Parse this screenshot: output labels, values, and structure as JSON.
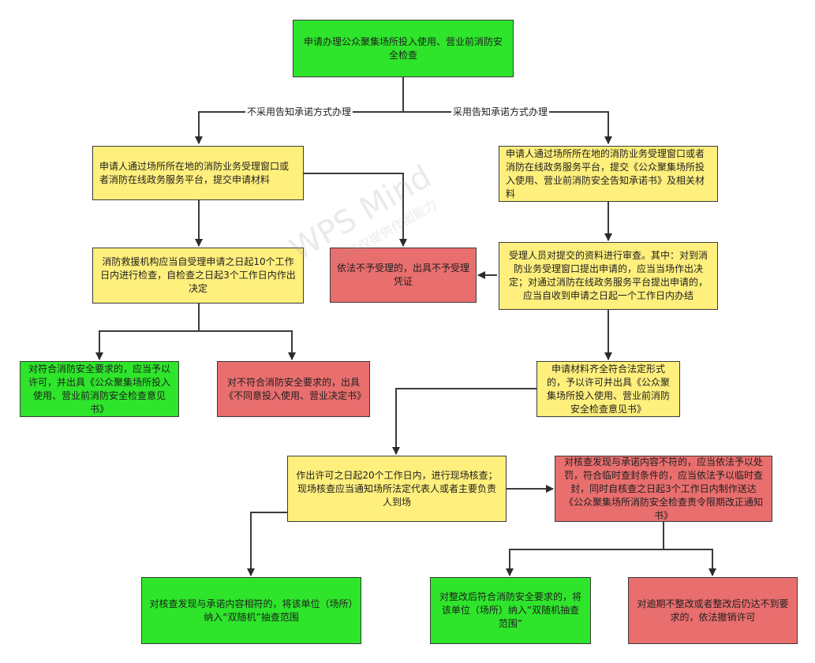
{
  "nodes": {
    "start": "申请办理公众聚集场所投入使用、营业前消防安全检查",
    "left_submit": "申请人通过场所所在地的消防业务受理窗口或者消防在线政务服务平台，提交申请材料",
    "right_submit": "申请人通过场所所在地的消防业务受理窗口或者消防在线政务服务平台，提交《公众聚集场所投入使用、营业前消防安全告知承诺书》及相关材料",
    "reject": "依法不予受理的，出具不予受理凭证",
    "left_check": "消防救援机构应当自受理申请之日起10个工作日内进行检查，自检查之日起3个工作日内作出决定",
    "right_review": "受理人员对提交的资料进行审查。其中：对到消防业务受理窗口提出申请的，应当当场作出决定；对通过消防在线政务服务平台提出申请的，应当自收到申请之日起一个工作日内办结",
    "comply": "对符合消防安全要求的，应当予以许可，并出具《公众聚集场所投入使用、营业前消防安全检查意见书》",
    "not_comply": "对不符合消防安全要求的，出具《不同意投入使用、营业决定书》",
    "complete": "申请材料齐全符合法定形式的，予以许可并出具《公众聚集场所投入使用、营业前消防安全检查意见书》",
    "onsite": "作出许可之日起20个工作日内，进行现场核查；现场核查应当通知场所法定代表人或者主要负责人到场",
    "mismatch": "对核查发现与承诺内容不符的，应当依法予以处罚，符合临时查封条件的，应当依法予以临时查封，同时自核查之日起3个工作日内制作送达《公众聚集场所消防安全检查责令限期改正通知书》",
    "match": "对核查发现与承诺内容相符的，将该单位（场所）纳入“双随机”抽查范围",
    "rectified": "对整改后符合消防安全要求的，将该单位（场所）纳入“双随机抽查范围”",
    "revoke": "对逾期不整改或者整改后仍达不到要求的，依法撤销许可"
  },
  "edges": {
    "left_label": "不采用告知承诺方式办理",
    "right_label": "采用告知承诺方式办理"
  },
  "watermark": {
    "main": "WPS Mind",
    "sub": "WPS仅提供作图能力"
  },
  "colors": {
    "green": "#2ee52b",
    "yellow": "#ffef7d",
    "red": "#e96e6e",
    "line": "#3b3b3b"
  }
}
